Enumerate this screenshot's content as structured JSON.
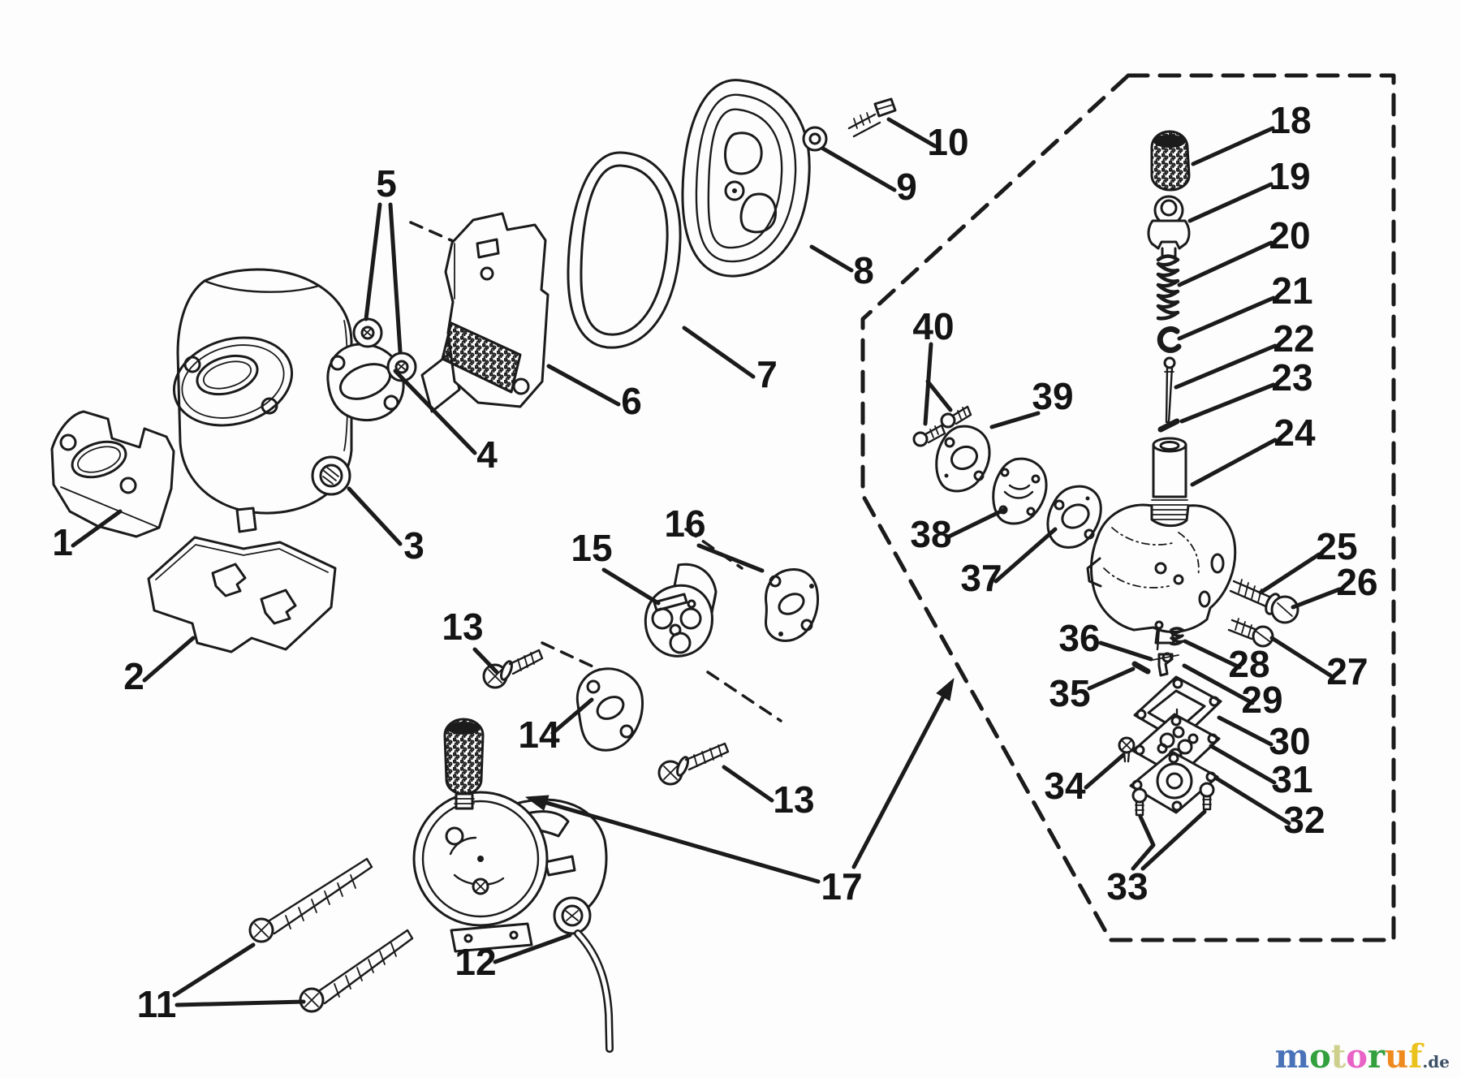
{
  "colors": {
    "line": "#1b1b1b",
    "background": "#fdfdfd",
    "watermark_suffix": "#3d5166"
  },
  "callouts": {
    "c1": "1",
    "c2": "2",
    "c3": "3",
    "c4": "4",
    "c5": "5",
    "c6": "6",
    "c7": "7",
    "c8": "8",
    "c9": "9",
    "c10": "10",
    "c11": "11",
    "c12": "12",
    "c13": "13",
    "c14": "14",
    "c15": "15",
    "c16": "16",
    "c17": "17",
    "c18": "18",
    "c19": "19",
    "c20": "20",
    "c21": "21",
    "c22": "22",
    "c23": "23",
    "c24": "24",
    "c25": "25",
    "c26": "26",
    "c27": "27",
    "c28": "28",
    "c29": "29",
    "c30": "30",
    "c31": "31",
    "c32": "32",
    "c33": "33",
    "c34": "34",
    "c35": "35",
    "c36": "36",
    "c37": "37",
    "c38": "38",
    "c39": "39",
    "c40": "40"
  },
  "watermark": {
    "letters": [
      {
        "ch": "m",
        "color": "#4a72b8"
      },
      {
        "ch": "o",
        "color": "#33a03e"
      },
      {
        "ch": "t",
        "color": "#cdd08c"
      },
      {
        "ch": "o",
        "color": "#e863c6"
      },
      {
        "ch": "r",
        "color": "#33a03e"
      },
      {
        "ch": "u",
        "color": "#ef8a1f"
      },
      {
        "ch": "f",
        "color": "#eac21d"
      }
    ],
    "suffix": ".de"
  }
}
